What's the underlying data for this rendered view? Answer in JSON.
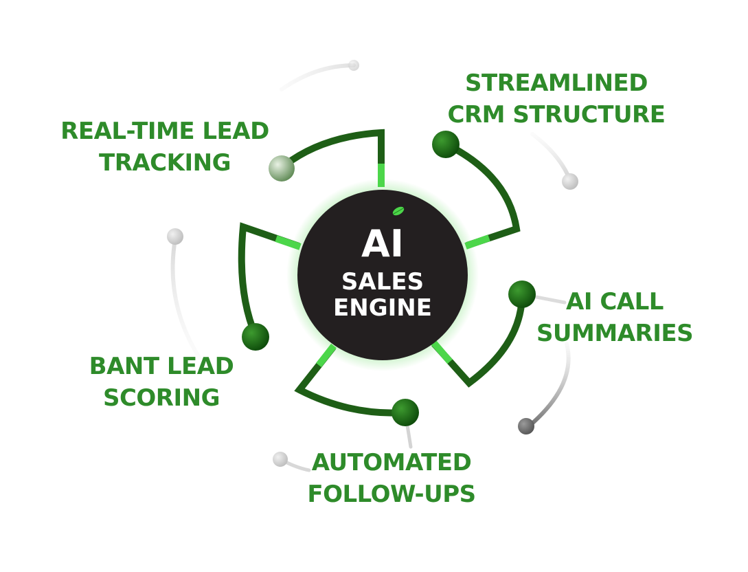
{
  "hub": {
    "title": "AI",
    "subtitle_line1": "SALES",
    "subtitle_line2": "ENGINE",
    "leaf_icon": "leaf-icon"
  },
  "features": [
    {
      "line1": "REAL-TIME LEAD",
      "line2": "TRACKING"
    },
    {
      "line1": "STREAMLINED",
      "line2": "CRM STRUCTURE"
    },
    {
      "line1": "AI CALL",
      "line2": "SUMMARIES"
    },
    {
      "line1": "AUTOMATED",
      "line2": "FOLLOW-UPS"
    },
    {
      "line1": "BANT LEAD",
      "line2": "SCORING"
    }
  ],
  "colors": {
    "label_green": "#2e8b2a",
    "arm_green": "#1e5e16",
    "hub_dark": "#231f20",
    "hub_glow": "#3fd13a",
    "accent_green": "#4cd64a",
    "gray_dot": "#cfcfcf"
  }
}
